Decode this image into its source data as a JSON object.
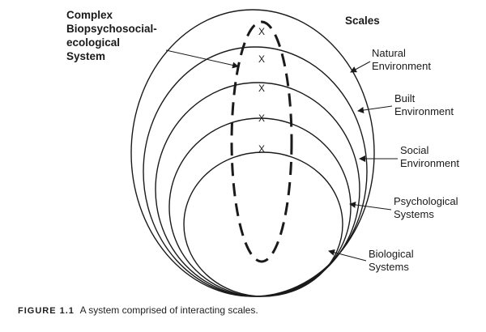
{
  "system_label": [
    "Complex",
    "Biopsychosocial-",
    "ecological",
    "System"
  ],
  "scales_heading": "Scales",
  "scales": [
    {
      "lines": [
        "Natural",
        "Environment"
      ]
    },
    {
      "lines": [
        "Built",
        "Environment"
      ]
    },
    {
      "lines": [
        "Social",
        "Environment"
      ]
    },
    {
      "lines": [
        "Psychological",
        "Systems"
      ]
    },
    {
      "lines": [
        "Biological",
        "Systems"
      ]
    }
  ],
  "x_marks": [
    "X",
    "X",
    "X",
    "X",
    "X"
  ],
  "caption": {
    "number": "FIGURE 1.1",
    "text": "A system comprised of interacting scales."
  }
}
